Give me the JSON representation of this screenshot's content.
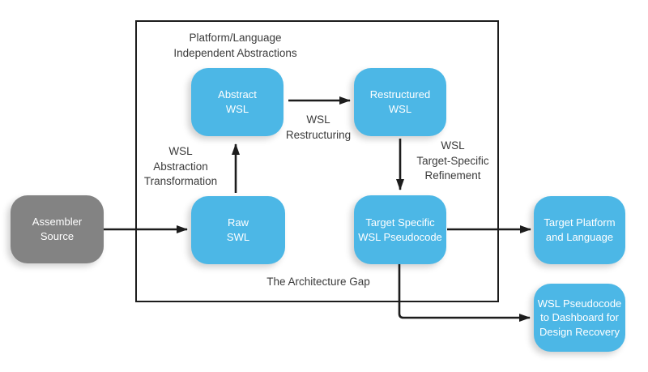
{
  "diagram": {
    "boundary_title": "Platform/Language\nIndependent Abstractions",
    "boundary_caption": "The Architecture Gap"
  },
  "nodes": {
    "assembler_source": {
      "label": "Assembler\nSource"
    },
    "abstract_wsl": {
      "label": "Abstract\nWSL"
    },
    "restructured_wsl": {
      "label": "Restructured\nWSL"
    },
    "raw_swl": {
      "label": "Raw\nSWL"
    },
    "target_specific": {
      "label": "Target Specific\nWSL Pseudocode"
    },
    "target_platform": {
      "label": "Target Platform\nand Language"
    },
    "wsl_dashboard": {
      "label": "WSL Pseudocode\nto Dashboard for\nDesign Recovery"
    }
  },
  "edge_labels": {
    "restructuring": "WSL\nRestructuring",
    "abstraction": "WSL\nAbstraction\nTransformation",
    "refinement": "WSL\nTarget-Specific\nRefinement"
  },
  "colors": {
    "node_blue": "#4CB7E6",
    "node_gray": "#838383",
    "line": "#1c1c1c",
    "label_text": "#3b3b3b",
    "node_text": "#ffffff",
    "background": "#ffffff"
  }
}
